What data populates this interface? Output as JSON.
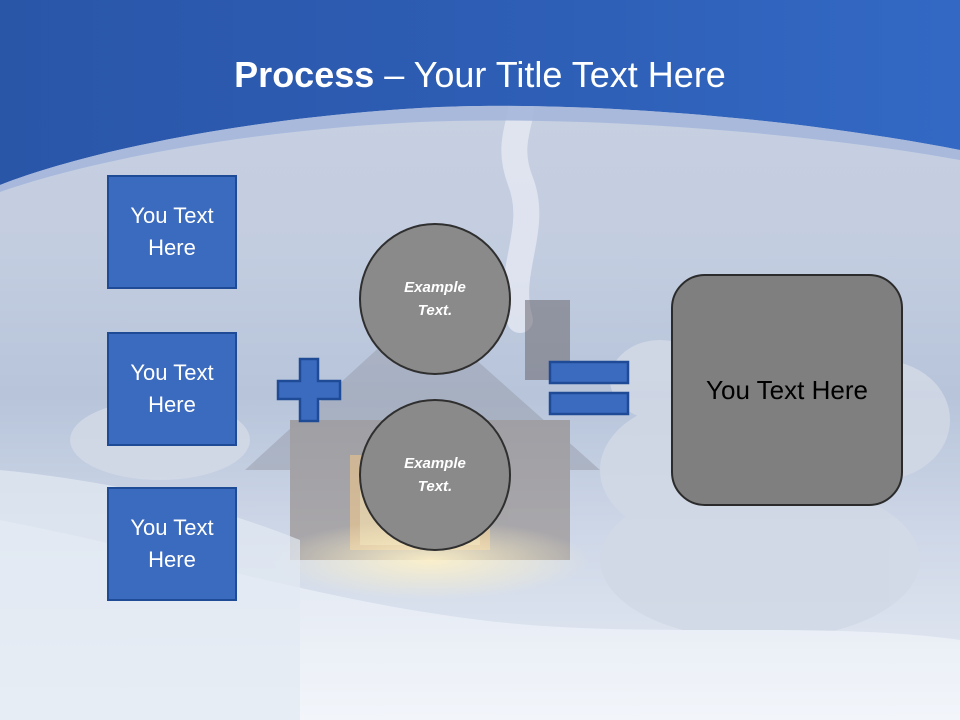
{
  "slide": {
    "title_bold": "Process",
    "title_rest": " – Your Title Text Here",
    "left_boxes": [
      {
        "label": "You Text Here"
      },
      {
        "label": "You Text Here"
      },
      {
        "label": "You Text Here"
      }
    ],
    "circles": [
      {
        "label": "Example Text."
      },
      {
        "label": "Example Text."
      }
    ],
    "result_label": "You Text Here",
    "operators": [
      "plus-icon",
      "equals-icon"
    ]
  },
  "colors": {
    "header_blue": "#2f5fb8",
    "box_fill": "#3b6bbf",
    "box_border": "#1f4a96",
    "circle_fill": "#8a8a8a",
    "result_fill": "#7f7f7f"
  }
}
